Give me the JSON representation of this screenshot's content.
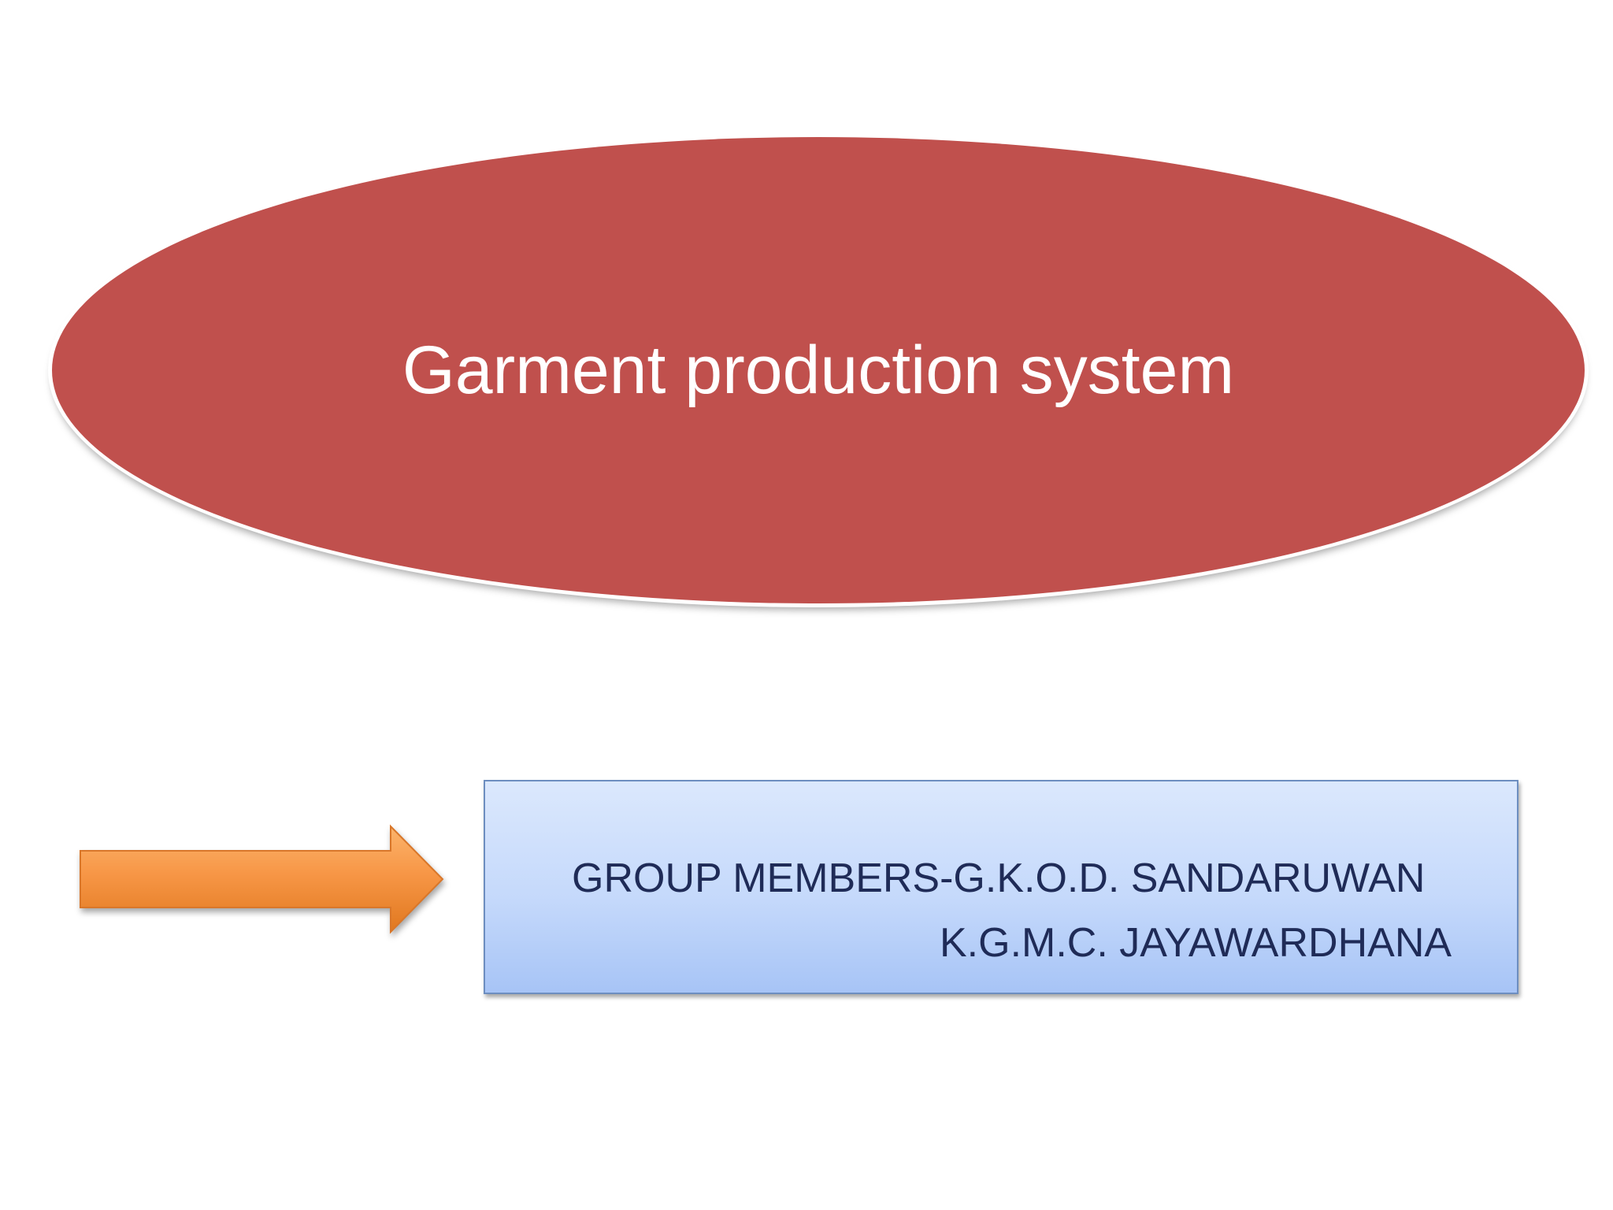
{
  "slide": {
    "title": "Garment production system",
    "group_members_line1": "GROUP MEMBERS-G.K.O.D. SANDARUWAN",
    "group_members_line2": "K.G.M.C. JAYAWARDHANA"
  },
  "colors": {
    "ellipse_fill": "#c0504d",
    "title_text": "#ffffff",
    "arrow_fill": "#f79646",
    "box_fill_top": "#dbe8fd",
    "box_fill_bottom": "#a7c4f6",
    "box_border": "#6d8ec0",
    "members_text": "#1f2b57"
  },
  "icons": {
    "arrow": "right-arrow-icon"
  }
}
